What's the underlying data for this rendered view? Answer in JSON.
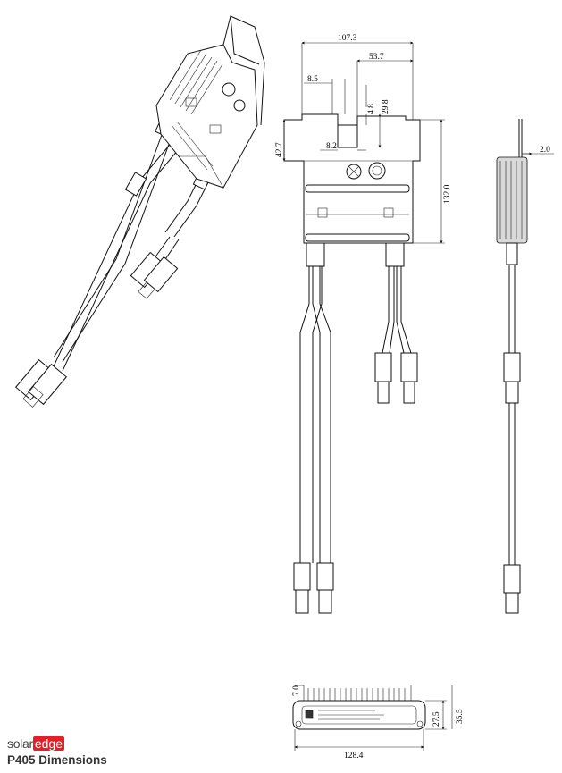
{
  "brand": {
    "part1": "solar",
    "part2": "edge"
  },
  "title": "P405 Dimensions",
  "dimensions": {
    "width_total": "107.3",
    "half_width": "53.7",
    "offset_left": "8.5",
    "slot_width": "4.8",
    "slot_depth": "29.8",
    "slot_offset": "8.2",
    "side_height": "42.7",
    "height_total": "132.0",
    "bracket_thickness": "2.0",
    "bottom_top": "7.0",
    "bottom_height": "35.5",
    "bottom_inner": "27.5",
    "bottom_width": "128.4"
  },
  "colors": {
    "brand_red": "#e2202a",
    "line": "#111111"
  }
}
